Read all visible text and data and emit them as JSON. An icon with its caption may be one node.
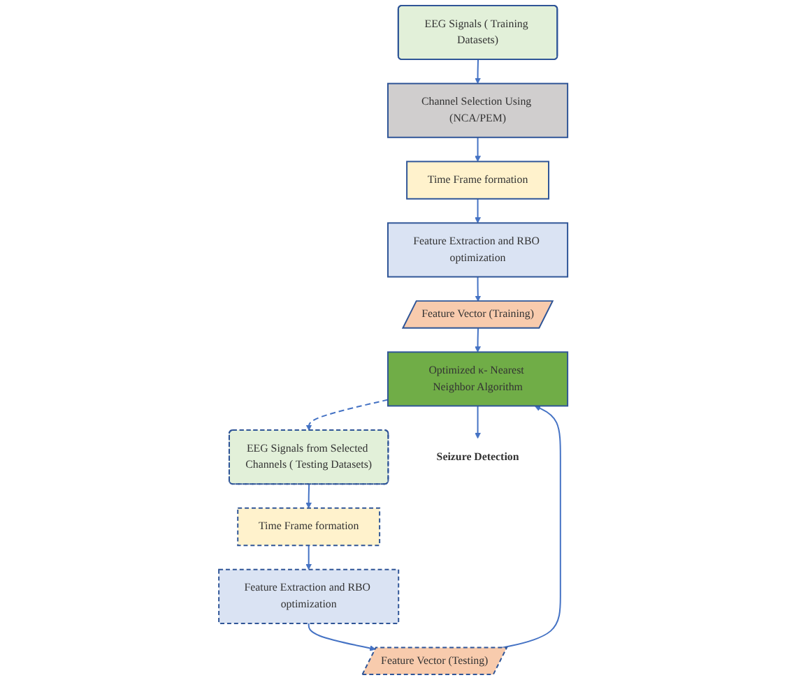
{
  "diagram": {
    "nodes": [
      {
        "text": [
          "EEG Signals ( Training Datasets)"
        ]
      },
      {
        "text": [
          "Channel Selection Using (NCA/PEM)"
        ]
      },
      {
        "text": [
          "Time Frame formation"
        ]
      },
      {
        "text": [
          "Feature Extraction and RBO optimization"
        ]
      },
      {
        "text": [
          "Feature Vector (Training)"
        ]
      },
      {
        "text": [
          "EEG Signals from Selected Channels ( Testing Datasets)"
        ]
      },
      {
        "text": [
          "Time Frame formation"
        ]
      },
      {
        "text": [
          "Feature Extraction and RBO optimization"
        ]
      },
      {
        "text": [
          "Feature Vector (Testing)"
        ]
      },
      {
        "text": [
          "Optimized κ- Nearest Neighbor Algorithm"
        ]
      },
      {
        "text": [
          "Seizure Detection"
        ]
      }
    ],
    "edges": [
      {
        "from": 0,
        "to": 1,
        "arrow": "to"
      },
      {
        "from": 1,
        "to": 2,
        "arrow": "to"
      },
      {
        "from": 2,
        "to": 3,
        "arrow": "to"
      },
      {
        "from": 3,
        "to": 4,
        "arrow": "to"
      },
      {
        "from": 4,
        "to": 9,
        "arrow": "to"
      },
      {
        "from": 5,
        "to": 6,
        "arrow": "to"
      },
      {
        "from": 6,
        "to": 7,
        "arrow": "to"
      },
      {
        "from": 7,
        "to": 8,
        "arrow": "to"
      },
      {
        "from": 8,
        "to": 9,
        "arrow": "to"
      },
      {
        "from": 9,
        "to": 10,
        "arrow": "to"
      },
      {
        "from": 9,
        "to": 5,
        "arrow": "to",
        "style": "dashed"
      }
    ]
  }
}
